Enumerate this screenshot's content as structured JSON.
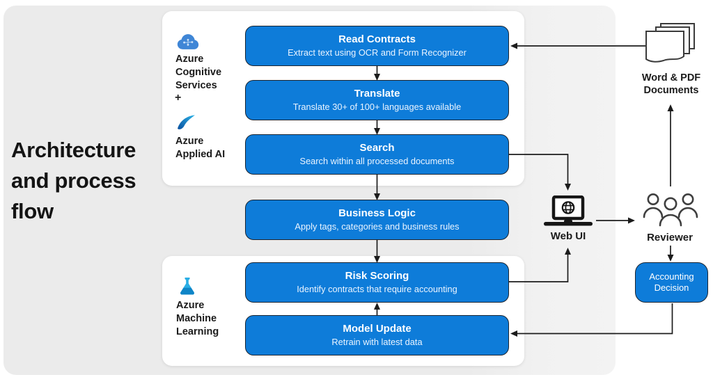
{
  "title": "Architecture and process flow",
  "services": {
    "cognitive": "Azure Cognitive Services",
    "plus": "+",
    "applied_ai": "Azure Applied AI",
    "ml": "Azure Machine Learning"
  },
  "steps": [
    {
      "title": "Read Contracts",
      "subtitle": "Extract text using OCR and Form Recognizer"
    },
    {
      "title": "Translate",
      "subtitle": "Translate 30+ of 100+ languages available"
    },
    {
      "title": "Search",
      "subtitle": "Search within all processed documents"
    },
    {
      "title": "Business Logic",
      "subtitle": "Apply tags, categories and business rules"
    },
    {
      "title": "Risk Scoring",
      "subtitle": "Identify contracts that require accounting"
    },
    {
      "title": "Model Update",
      "subtitle": "Retrain with latest data"
    }
  ],
  "nodes": {
    "web_ui": "Web UI",
    "reviewer": "Reviewer",
    "documents": "Word & PDF Documents",
    "accounting_decision": "Accounting Decision"
  },
  "colors": {
    "step_fill": "#0e7cd9",
    "step_border": "#1b2430",
    "panel_gray": "#ebebeb",
    "card_white": "#ffffff",
    "arrow": "#1c1c1c",
    "cloud_icon": "#3f86d6",
    "applied_ai_icon_dark": "#0a4f9e",
    "applied_ai_icon_light": "#2bb3e8",
    "ml_flask": "#2aaee5"
  }
}
